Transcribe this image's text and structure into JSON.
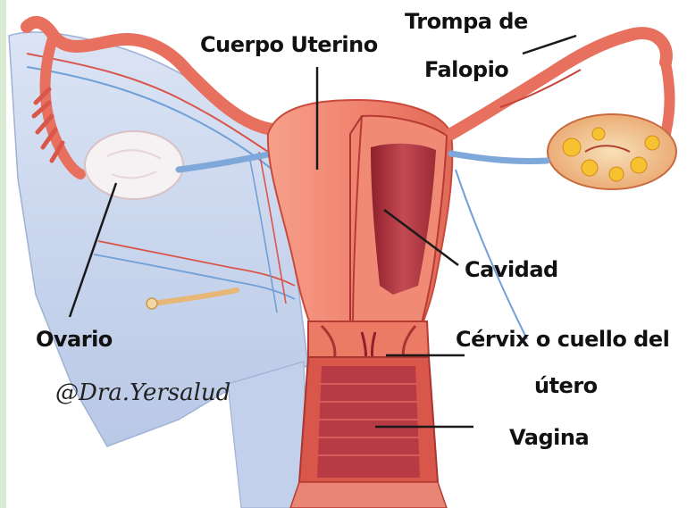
{
  "labels": {
    "uterine_body": "Cuerpo Uterino",
    "fallopian_tube_line1": "Trompa de",
    "fallopian_tube_line2": "Falopio",
    "cavity": "Cavidad",
    "ovary": "Ovario",
    "cervix_line1": "Cérvix o cuello del",
    "cervix_line2": "útero",
    "vagina": "Vagina"
  },
  "watermark": "@Dra.Yersalud",
  "colors": {
    "tissue": "#f0826e",
    "tissue_dark": "#c8423a",
    "cavity": "#b83a44",
    "ligament": "#c9d6ee",
    "vessel_blue": "#6fa0d8",
    "ovary_white": "#f5efef",
    "ovary_yellow": "#f6c230"
  }
}
